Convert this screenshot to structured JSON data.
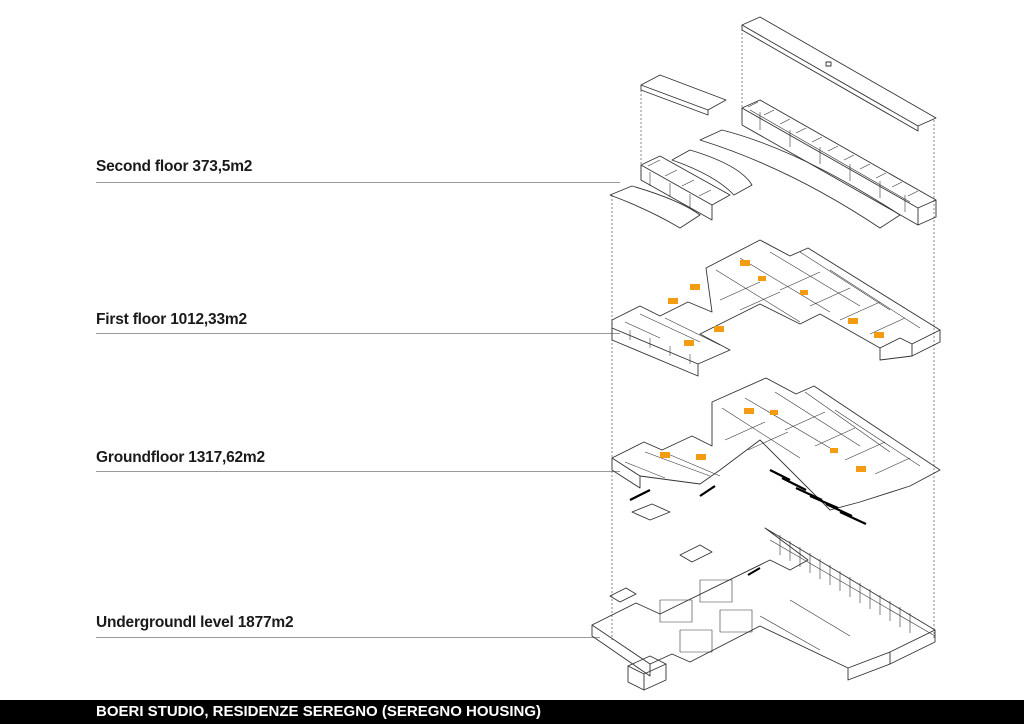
{
  "levels": [
    {
      "id": "second",
      "label": "Second floor 373,5m2"
    },
    {
      "id": "first",
      "label": "First floor 1012,33m2"
    },
    {
      "id": "ground",
      "label": "Groundfloor 1317,62m2"
    },
    {
      "id": "underground",
      "label": "Undergroundl level 1877m2"
    }
  ],
  "footer": {
    "text": "BOERI STUDIO, RESIDENZE SEREGNO (SEREGNO HOUSING)"
  },
  "colors": {
    "stroke": "#333333",
    "accent": "#f39c12",
    "leader": "#9a9a9a",
    "footer_bg": "#000000"
  }
}
